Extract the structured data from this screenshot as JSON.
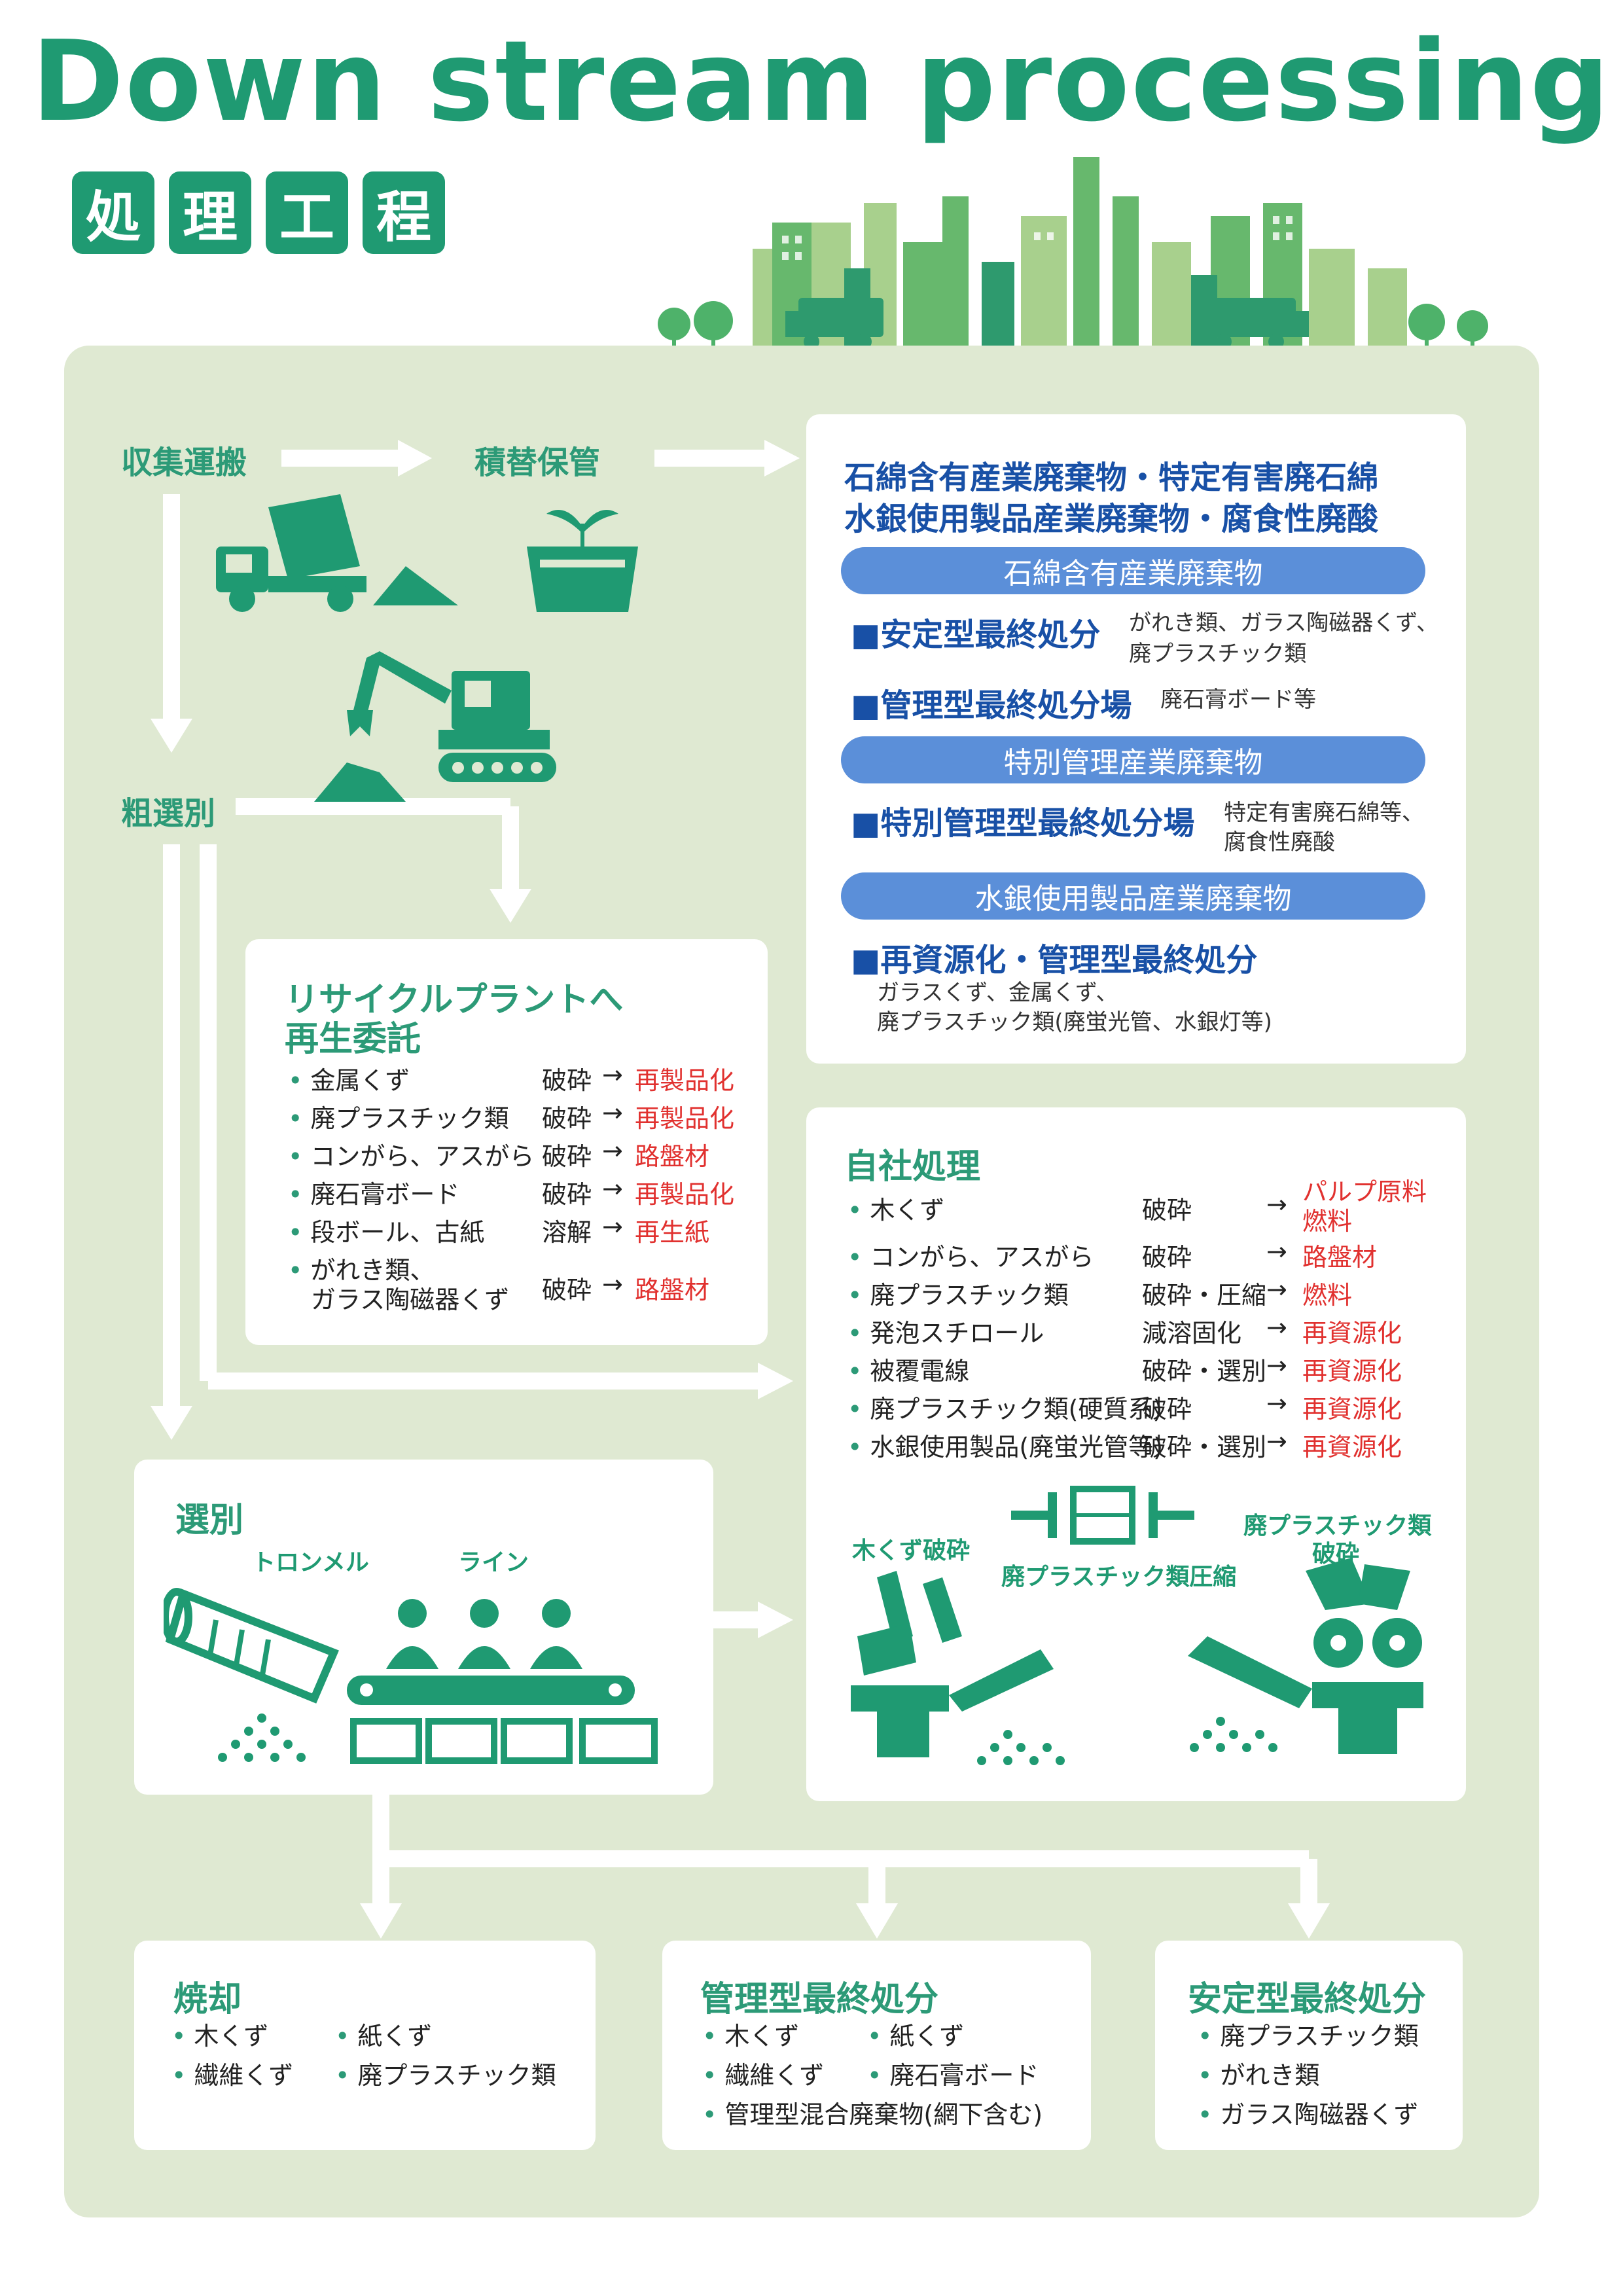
{
  "title": "Down stream processing",
  "subtitle_chars": [
    "処",
    "理",
    "工",
    "程"
  ],
  "colors": {
    "green": "#1f9a72",
    "panel": "#dfe9d2",
    "blue": "#1850a6",
    "pill": "#5b8fd9",
    "red": "#e1312f"
  },
  "flow": {
    "collect": "収集運搬",
    "storage": "積替保管",
    "rough_sort": "粗選別"
  },
  "hazard": {
    "title1": "石綿含有産業廃棄物・特定有害廃石綿",
    "title2": "水銀使用製品産業廃棄物・腐食性廃酸",
    "pill1": "石綿含有産業廃棄物",
    "stable_label": "■安定型最終処分",
    "stable_desc1": "がれき類、ガラス陶磁器くず、",
    "stable_desc2": "廃プラスチック類",
    "managed_label": "■管理型最終処分場",
    "managed_desc": "廃石膏ボード等",
    "pill2": "特別管理産業廃棄物",
    "special_label": "■特別管理型最終処分場",
    "special_desc1": "特定有害廃石綿等、",
    "special_desc2": "腐食性廃酸",
    "pill3": "水銀使用製品産業廃棄物",
    "recycle_label": "■再資源化・管理型最終処分",
    "recycle_desc1": "ガラスくず、金属くず、",
    "recycle_desc2": "廃プラスチック類(廃蛍光管、水銀灯等)"
  },
  "recycle": {
    "title1": "リサイクルプラントへ",
    "title2": "再生委託",
    "arrow": "→",
    "rows": [
      {
        "item": "金属くず",
        "proc": "破砕",
        "result": "再製品化"
      },
      {
        "item": "廃プラスチック類",
        "proc": "破砕",
        "result": "再製品化"
      },
      {
        "item": "コンがら、アスがら",
        "proc": "破砕",
        "result": "路盤材"
      },
      {
        "item": "廃石膏ボード",
        "proc": "破砕",
        "result": "再製品化"
      },
      {
        "item": "段ボール、古紙",
        "proc": "溶解",
        "result": "再生紙"
      }
    ],
    "last_item1": "がれき類、",
    "last_item2": "ガラス陶磁器くず",
    "last_proc": "破砕",
    "last_result": "路盤材"
  },
  "inhouse": {
    "title": "自社処理",
    "arrow": "→",
    "first_item": "木くず",
    "first_proc": "破砕",
    "first_result1": "パルプ原料",
    "first_result2": "燃料",
    "rows": [
      {
        "item": "コンがら、アスがら",
        "proc": "破砕",
        "result": "路盤材"
      },
      {
        "item": "廃プラスチック類",
        "proc": "破砕・圧縮",
        "result": "燃料"
      },
      {
        "item": "発泡スチロール",
        "proc": "減溶固化",
        "result": "再資源化"
      },
      {
        "item": "被覆電線",
        "proc": "破砕・選別",
        "result": "再資源化"
      },
      {
        "item": "廃プラスチック類(硬質系)",
        "proc": "破砕",
        "result": "再資源化"
      },
      {
        "item": "水銀使用製品(廃蛍光管等)",
        "proc": "破砕・選別",
        "result": "再資源化"
      }
    ],
    "icon_wood": "木くず破砕",
    "icon_compress": "廃プラスチック類圧縮",
    "icon_crush1": "廃プラスチック類",
    "icon_crush2": "破砕"
  },
  "sorting": {
    "title": "選別",
    "trommel": "トロンメル",
    "line": "ライン"
  },
  "bottom": {
    "incineration": {
      "title": "焼却",
      "items": [
        "木くず",
        "紙くず",
        "繊維くず",
        "廃プラスチック類"
      ]
    },
    "managed": {
      "title": "管理型最終処分",
      "items": [
        "木くず",
        "紙くず",
        "繊維くず",
        "廃石膏ボード",
        "管理型混合廃棄物(網下含む)"
      ]
    },
    "stable": {
      "title": "安定型最終処分",
      "items": [
        "廃プラスチック類",
        "がれき類",
        "ガラス陶磁器くず"
      ]
    }
  }
}
